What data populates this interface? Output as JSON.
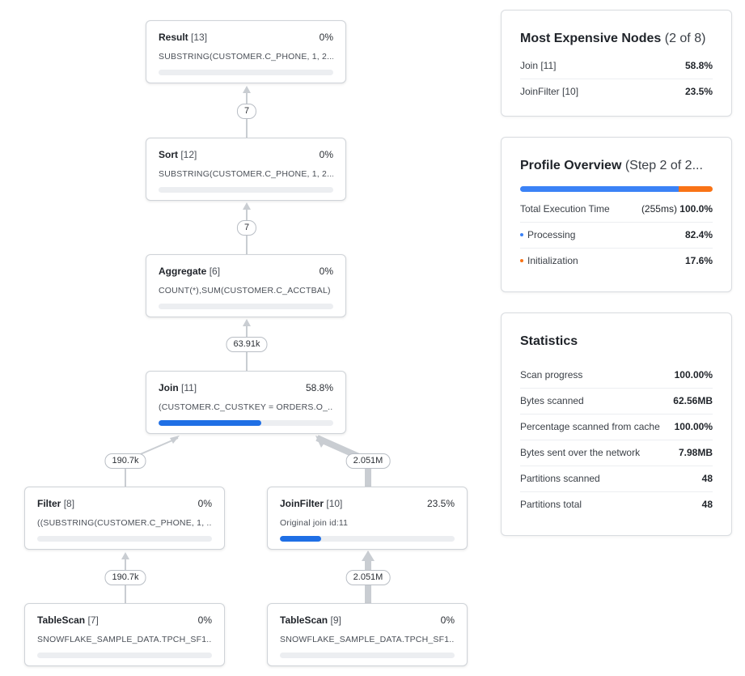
{
  "colors": {
    "accent_blue": "#1f6fe5",
    "processing_blue": "#3b82f6",
    "initialization_orange": "#f97316",
    "edge_gray": "#c9cdd2"
  },
  "nodes": [
    {
      "name": "Result",
      "id": "[13]",
      "percent": "0%",
      "desc": "SUBSTRING(CUSTOMER.C_PHONE, 1, 2...",
      "fill": 0
    },
    {
      "name": "Sort",
      "id": "[12]",
      "percent": "0%",
      "desc": "SUBSTRING(CUSTOMER.C_PHONE, 1, 2...",
      "fill": 0
    },
    {
      "name": "Aggregate",
      "id": "[6]",
      "percent": "0%",
      "desc": "COUNT(*),SUM(CUSTOMER.C_ACCTBAL)",
      "fill": 0
    },
    {
      "name": "Join",
      "id": "[11]",
      "percent": "58.8%",
      "desc": "(CUSTOMER.C_CUSTKEY = ORDERS.O_...",
      "fill": 0.588
    },
    {
      "name": "Filter",
      "id": "[8]",
      "percent": "0%",
      "desc": "((SUBSTRING(CUSTOMER.C_PHONE, 1, ...",
      "fill": 0
    },
    {
      "name": "JoinFilter",
      "id": "[10]",
      "percent": "23.5%",
      "desc": "Original join id:11",
      "fill": 0.235
    },
    {
      "name": "TableScan",
      "id": "[7]",
      "percent": "0%",
      "desc": "SNOWFLAKE_SAMPLE_DATA.TPCH_SF1...",
      "fill": 0
    },
    {
      "name": "TableScan",
      "id": "[9]",
      "percent": "0%",
      "desc": "SNOWFLAKE_SAMPLE_DATA.TPCH_SF1...",
      "fill": 0
    }
  ],
  "edges": [
    "7",
    "7",
    "63.91k",
    "190.7k",
    "2.051M",
    "190.7k",
    "2.051M"
  ],
  "expensive": {
    "title": "Most Expensive Nodes",
    "subtitle": "(2 of 8)",
    "rows": [
      {
        "label": "Join [11]",
        "value": "58.8%"
      },
      {
        "label": "JoinFilter [10]",
        "value": "23.5%"
      }
    ]
  },
  "overview": {
    "title": "Profile Overview",
    "subtitle": "(Step 2 of 2...",
    "processing_share": 0.824,
    "initialization_share": 0.176,
    "total": {
      "label": "Total Execution Time",
      "time": "(255ms)",
      "value": "100.0%"
    },
    "processing": {
      "label": "Processing",
      "value": "82.4%"
    },
    "initialization": {
      "label": "Initialization",
      "value": "17.6%"
    }
  },
  "statistics": {
    "title": "Statistics",
    "rows": [
      {
        "label": "Scan progress",
        "value": "100.00%"
      },
      {
        "label": "Bytes scanned",
        "value": "62.56MB"
      },
      {
        "label": "Percentage scanned from cache",
        "value": "100.00%"
      },
      {
        "label": "Bytes sent over the network",
        "value": "7.98MB"
      },
      {
        "label": "Partitions scanned",
        "value": "48"
      },
      {
        "label": "Partitions total",
        "value": "48"
      }
    ]
  }
}
